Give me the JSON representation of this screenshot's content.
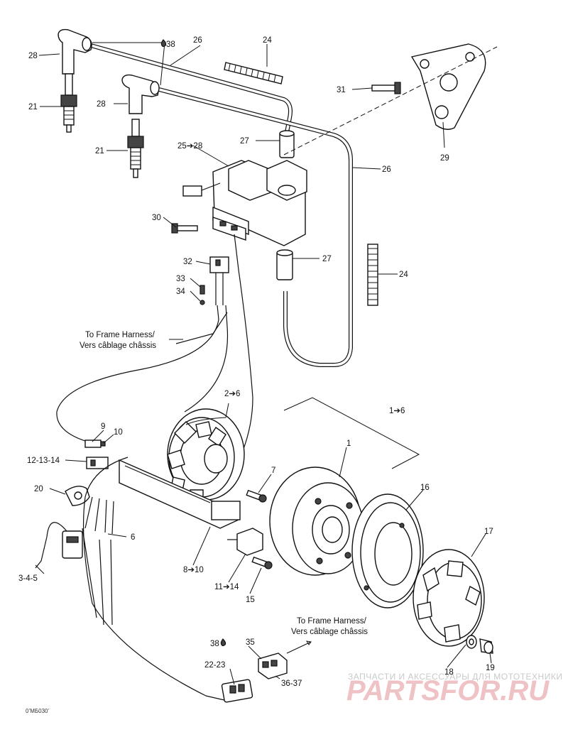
{
  "labels": {
    "l28a": "28",
    "l38a": "38",
    "l26a": "26",
    "l24a": "24",
    "l21a": "21",
    "l28b": "28",
    "l21b": "21",
    "l31": "31",
    "l27a": "27",
    "l25_28": "25➔28",
    "l26b": "26",
    "l29": "29",
    "l30": "30",
    "l27b": "27",
    "l32": "32",
    "l24b": "24",
    "l33": "33",
    "l34": "34",
    "l2_6": "2➔6",
    "l1_6": "1➔6",
    "l9": "9",
    "l10": "10",
    "l12_14": "12-13-14",
    "l1": "1",
    "l7": "7",
    "l20": "20",
    "l16": "16",
    "l6": "6",
    "l17": "17",
    "l8_10": "8➔10",
    "l11_14": "11➔14",
    "l3_5": "3-4-5",
    "l15": "15",
    "l38b": "38",
    "l35": "35",
    "l22_23": "22-23",
    "l36_37": "36-37",
    "l18": "18",
    "l19": "19"
  },
  "notes": {
    "frame_harness_1_en": "To Frame Harness/",
    "frame_harness_1_fr": "Vers câblage châssis",
    "frame_harness_2_en": "To Frame Harness/",
    "frame_harness_2_fr": "Vers câblage châssis"
  },
  "figure_code": "0’МБ030’",
  "watermark": {
    "tagline": "ЗАПЧАСТИ И АКСЕССУАРЫ ДЛЯ МОТОТЕХНИКИ",
    "brand": "PARTSFOR.RU"
  }
}
